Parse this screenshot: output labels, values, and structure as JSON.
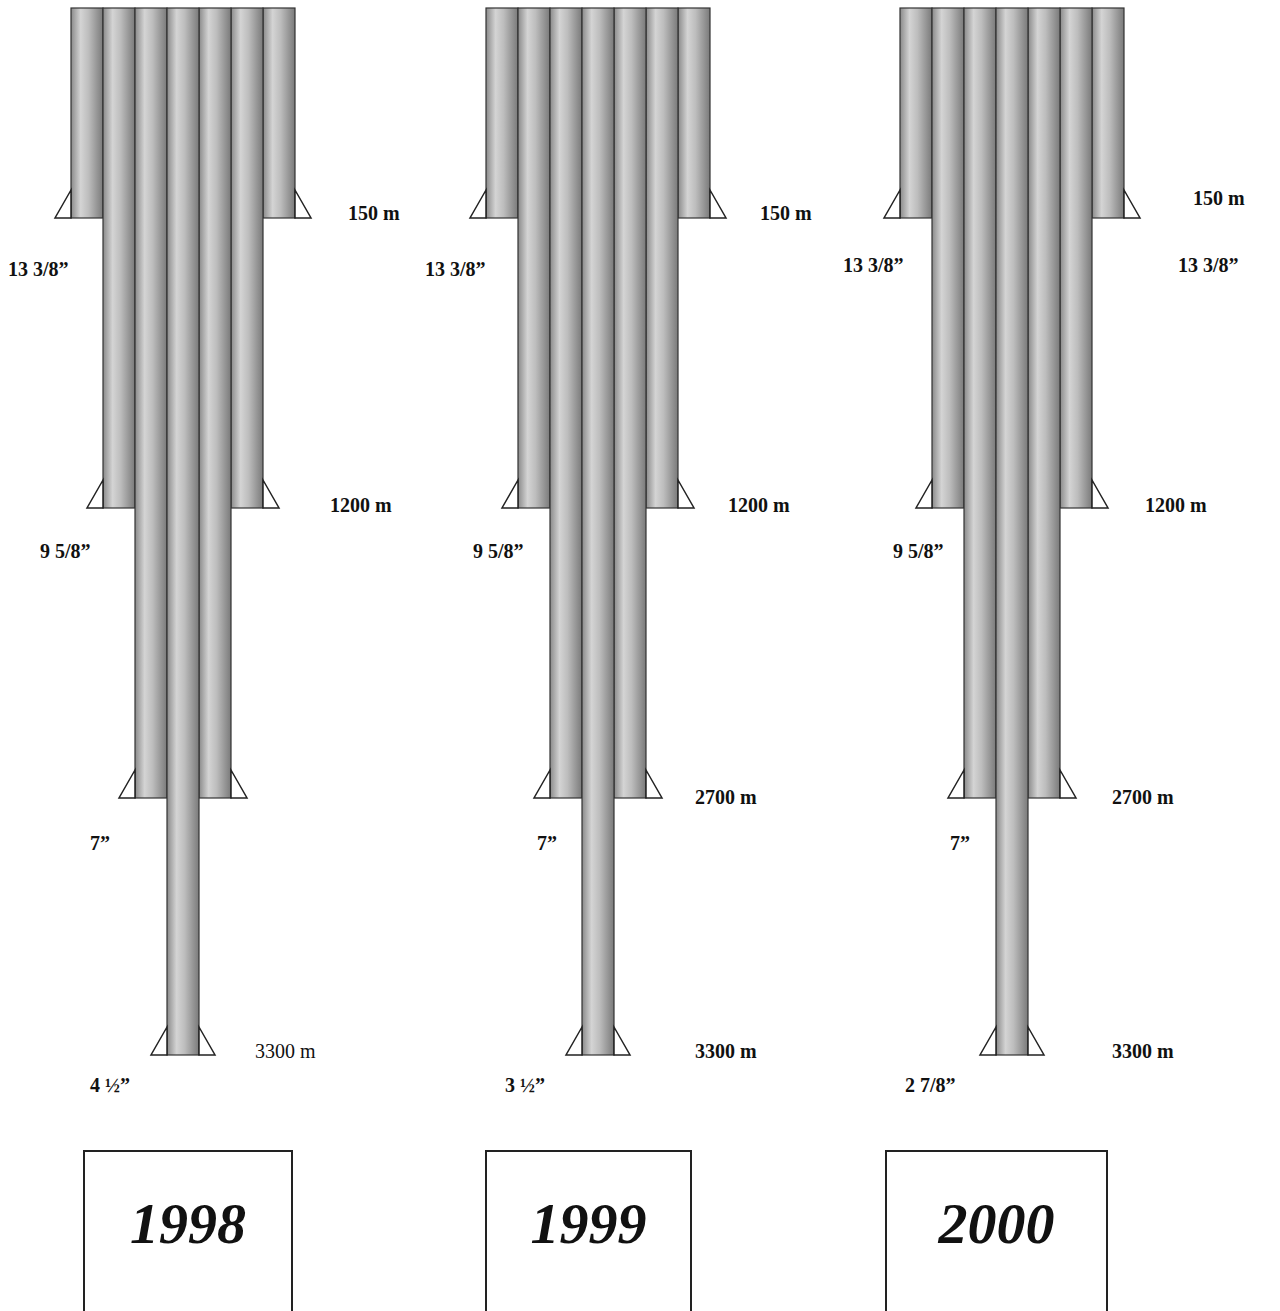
{
  "diagram": {
    "nodes": [
      {
        "text": [
          "1998"
        ]
      },
      {
        "text": [
          "1999"
        ]
      },
      {
        "text": [
          "2000"
        ]
      }
    ],
    "labels": [
      "150 m",
      "13 3/8”",
      "1200 m",
      "9 5/8”",
      "7”",
      "3300 m",
      "4 ½”",
      "150 m",
      "13 3/8”",
      "1200 m",
      "9 5/8”",
      "2700 m",
      "7”",
      "3300 m",
      "3 ½”",
      "150 m",
      "13 3/8”",
      "13 3/8”",
      "1200 m",
      "9 5/8”",
      "2700 m",
      "7”",
      "3300 m",
      "2 7/8”"
    ]
  }
}
